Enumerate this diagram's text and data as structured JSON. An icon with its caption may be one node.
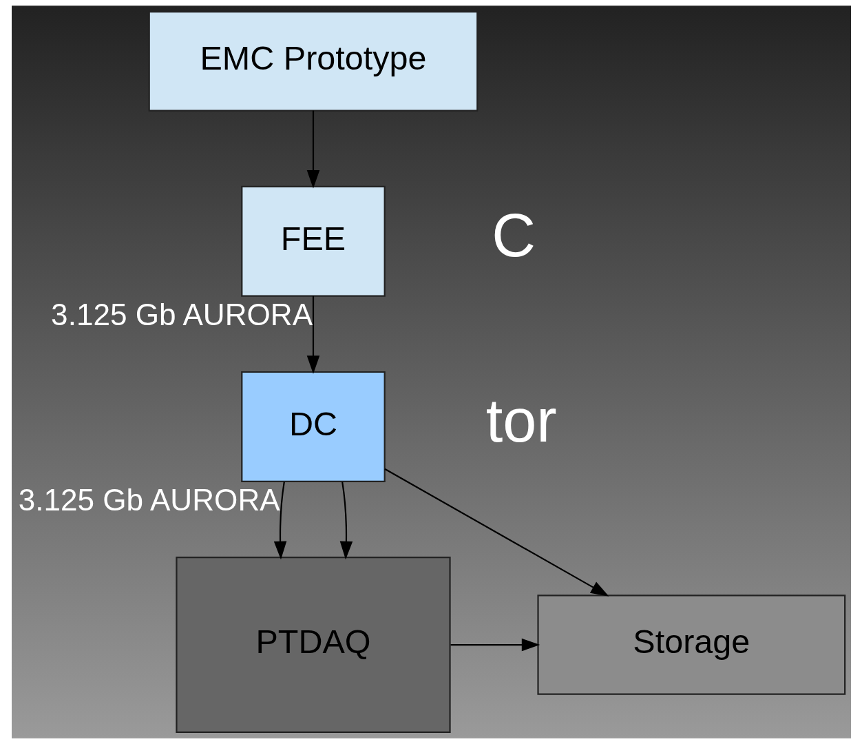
{
  "diagram": {
    "nodes": [
      {
        "text": [
          "EMC Prototype"
        ]
      },
      {
        "text": [
          "FEE"
        ]
      },
      {
        "text": [
          "DC"
        ]
      },
      {
        "text": [
          "PTDAQ"
        ]
      },
      {
        "text": [
          "Storage"
        ]
      }
    ],
    "edges": [
      {
        "from": 0,
        "to": 1,
        "arrow": "to"
      },
      {
        "from": 1,
        "to": 2,
        "arrow": "to",
        "label": "3.125 Gb AURORA"
      },
      {
        "from": 2,
        "to": 3,
        "arrow": "to",
        "label": "3.125 Gb AURORA"
      },
      {
        "from": 2,
        "to": 3,
        "arrow": "to"
      },
      {
        "from": 2,
        "to": 4,
        "arrow": "to"
      },
      {
        "from": 3,
        "to": 4,
        "arrow": "to"
      }
    ],
    "labels": [
      "C",
      "tor"
    ]
  }
}
